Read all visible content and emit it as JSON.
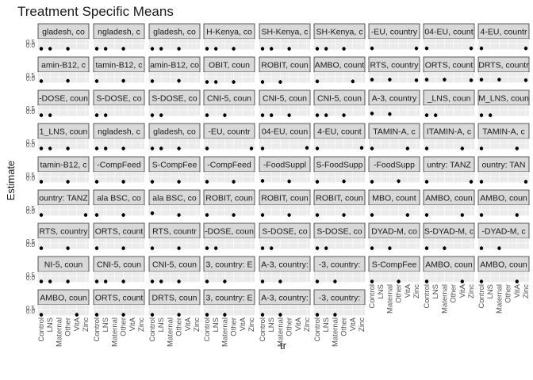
{
  "chart_data": {
    "type": "scatter",
    "title": "Treatment Specific Means",
    "xlabel": "tr",
    "ylabel": "Estimate",
    "x_categories": [
      "Control",
      "LNS",
      "Maternal",
      "Other",
      "VitA",
      "Zinc"
    ],
    "y_tick_labels": [
      "0.0",
      "0.5"
    ],
    "grid": "on",
    "facets": [
      {
        "strip": "gladesh, co",
        "points": [
          {
            "x": "Control",
            "y": 0.05
          },
          {
            "x": "LNS",
            "y": 0.05
          },
          {
            "x": "Other",
            "y": 0.05
          }
        ]
      },
      {
        "strip": "ngladesh, c",
        "points": [
          {
            "x": "Control",
            "y": 0.05
          },
          {
            "x": "LNS",
            "y": 0.05
          },
          {
            "x": "Other",
            "y": 0.05
          }
        ]
      },
      {
        "strip": "gladesh, co",
        "points": [
          {
            "x": "Control",
            "y": 0.05
          },
          {
            "x": "LNS",
            "y": 0.05
          },
          {
            "x": "Other",
            "y": 0.05
          }
        ]
      },
      {
        "strip": "H-Kenya, co",
        "points": [
          {
            "x": "Control",
            "y": 0.05
          },
          {
            "x": "LNS",
            "y": 0.05
          },
          {
            "x": "Other",
            "y": 0.05
          }
        ]
      },
      {
        "strip": "SH-Kenya, c",
        "points": [
          {
            "x": "Control",
            "y": 0.05
          },
          {
            "x": "LNS",
            "y": 0.05
          },
          {
            "x": "Other",
            "y": 0.05
          }
        ]
      },
      {
        "strip": "SH-Kenya, c",
        "points": [
          {
            "x": "Control",
            "y": 0.05
          },
          {
            "x": "LNS",
            "y": 0.05
          },
          {
            "x": "Other",
            "y": 0.05
          }
        ]
      },
      {
        "strip": "-EU, country",
        "points": [
          {
            "x": "Control",
            "y": 0.08
          },
          {
            "x": "Zinc",
            "y": 0.08
          }
        ]
      },
      {
        "strip": "04-EU, count",
        "points": [
          {
            "x": "Control",
            "y": 0.08
          },
          {
            "x": "Zinc",
            "y": 0.08
          }
        ]
      },
      {
        "strip": "4-EU, countr",
        "points": [
          {
            "x": "Control",
            "y": 0.08
          },
          {
            "x": "Zinc",
            "y": 0.08
          }
        ]
      },
      {
        "strip": "amin-B12, c",
        "points": [
          {
            "x": "Control",
            "y": 0.12
          },
          {
            "x": "Other",
            "y": 0.15
          }
        ]
      },
      {
        "strip": "tamin-B12, c",
        "points": [
          {
            "x": "Control",
            "y": 0.12
          },
          {
            "x": "Other",
            "y": 0.15
          }
        ]
      },
      {
        "strip": "amin-B12, co",
        "points": [
          {
            "x": "Control",
            "y": 0.12
          },
          {
            "x": "Other",
            "y": 0.15
          }
        ]
      },
      {
        "strip": "OBIT, coun",
        "points": [
          {
            "x": "Control",
            "y": 0.05
          },
          {
            "x": "LNS",
            "y": 0.05
          },
          {
            "x": "Other",
            "y": 0.05
          }
        ]
      },
      {
        "strip": "ROBIT, coun",
        "points": [
          {
            "x": "Control",
            "y": 0.05
          },
          {
            "x": "Maternal",
            "y": 0.05
          }
        ]
      },
      {
        "strip": "AMBO, count",
        "points": [
          {
            "x": "Control",
            "y": 0.1
          },
          {
            "x": "VitA",
            "y": 0.1
          }
        ]
      },
      {
        "strip": "RTS, country",
        "points": [
          {
            "x": "Control",
            "y": 0.25
          },
          {
            "x": "Maternal",
            "y": 0.25
          },
          {
            "x": "Zinc",
            "y": 0.2
          }
        ]
      },
      {
        "strip": "ORTS, count",
        "points": [
          {
            "x": "Control",
            "y": 0.25
          },
          {
            "x": "Maternal",
            "y": 0.25
          },
          {
            "x": "Zinc",
            "y": 0.2
          }
        ]
      },
      {
        "strip": "DRTS, countr",
        "points": [
          {
            "x": "Control",
            "y": 0.25
          },
          {
            "x": "Maternal",
            "y": 0.25
          },
          {
            "x": "Zinc",
            "y": 0.2
          }
        ]
      },
      {
        "strip": "-DOSE, coun",
        "points": [
          {
            "x": "Control",
            "y": 0.05
          },
          {
            "x": "LNS",
            "y": 0.05
          }
        ]
      },
      {
        "strip": "S-DOSE, co",
        "points": [
          {
            "x": "Control",
            "y": 0.05
          },
          {
            "x": "LNS",
            "y": 0.05
          }
        ]
      },
      {
        "strip": "S-DOSE, co",
        "points": [
          {
            "x": "Control",
            "y": 0.05
          },
          {
            "x": "LNS",
            "y": 0.05
          }
        ]
      },
      {
        "strip": "CNI-5, coun",
        "points": [
          {
            "x": "Control",
            "y": 0.05
          },
          {
            "x": "Maternal",
            "y": 0.05
          }
        ]
      },
      {
        "strip": "CNI-5, coun",
        "points": [
          {
            "x": "Control",
            "y": 0.05
          },
          {
            "x": "LNS",
            "y": 0.05
          },
          {
            "x": "Other",
            "y": 0.05
          }
        ]
      },
      {
        "strip": "CNI-5, coun",
        "points": [
          {
            "x": "Control",
            "y": 0.05
          },
          {
            "x": "LNS",
            "y": 0.05
          },
          {
            "x": "Other",
            "y": 0.05
          }
        ]
      },
      {
        "strip": "A-3, country",
        "points": [
          {
            "x": "Control",
            "y": 0.2
          },
          {
            "x": "Maternal",
            "y": 0.15
          }
        ]
      },
      {
        "strip": "_LNS, coun",
        "points": [
          {
            "x": "Control",
            "y": 0.05
          },
          {
            "x": "LNS",
            "y": 0.05
          }
        ]
      },
      {
        "strip": "M_LNS, coun",
        "points": [
          {
            "x": "Control",
            "y": 0.05
          },
          {
            "x": "LNS",
            "y": 0.05
          }
        ]
      },
      {
        "strip": "1_LNS, coun",
        "points": [
          {
            "x": "Control",
            "y": 0.05
          },
          {
            "x": "LNS",
            "y": 0.05
          },
          {
            "x": "Other",
            "y": 0.05
          }
        ]
      },
      {
        "strip": "ngladesh, c",
        "points": [
          {
            "x": "Control",
            "y": 0.05
          },
          {
            "x": "LNS",
            "y": 0.05
          },
          {
            "x": "Other",
            "y": 0.05
          }
        ]
      },
      {
        "strip": "gladesh, co",
        "points": [
          {
            "x": "Control",
            "y": 0.05
          },
          {
            "x": "LNS",
            "y": 0.05
          },
          {
            "x": "Other",
            "y": 0.05
          }
        ]
      },
      {
        "strip": "-EU, countr",
        "points": [
          {
            "x": "Control",
            "y": 0.05
          },
          {
            "x": "Zinc",
            "y": 0.05
          }
        ]
      },
      {
        "strip": "04-EU, coun",
        "points": [
          {
            "x": "Control",
            "y": 0.05
          },
          {
            "x": "Zinc",
            "y": 0.1
          }
        ]
      },
      {
        "strip": "4-EU, count",
        "points": [
          {
            "x": "Control",
            "y": 0.05
          },
          {
            "x": "Zinc",
            "y": 0.1
          }
        ]
      },
      {
        "strip": "TAMIN-A, c",
        "points": [
          {
            "x": "Control",
            "y": 0.05
          },
          {
            "x": "VitA",
            "y": 0.05
          }
        ]
      },
      {
        "strip": "ITAMIN-A, c",
        "points": [
          {
            "x": "Control",
            "y": 0.05
          },
          {
            "x": "VitA",
            "y": 0.05
          }
        ]
      },
      {
        "strip": "TAMIN-A, c",
        "points": [
          {
            "x": "Control",
            "y": 0.05
          },
          {
            "x": "VitA",
            "y": 0.05
          }
        ]
      },
      {
        "strip": "tamin-B12, c",
        "points": [
          {
            "x": "Control",
            "y": 0.05
          },
          {
            "x": "Other",
            "y": 0.05
          }
        ]
      },
      {
        "strip": "-CompFeed",
        "points": [
          {
            "x": "Control",
            "y": 0.05
          },
          {
            "x": "Other",
            "y": 0.05
          }
        ]
      },
      {
        "strip": "S-CompFee",
        "points": [
          {
            "x": "Control",
            "y": 0.05
          },
          {
            "x": "Other",
            "y": 0.05
          }
        ]
      },
      {
        "strip": "-CompFeed",
        "points": [
          {
            "x": "Control",
            "y": 0.05
          },
          {
            "x": "Other",
            "y": 0.05
          }
        ]
      },
      {
        "strip": "-FoodSuppl",
        "points": [
          {
            "x": "Control",
            "y": 0.12
          },
          {
            "x": "Other",
            "y": 0.08
          }
        ]
      },
      {
        "strip": "S-FoodSupp",
        "points": [
          {
            "x": "Control",
            "y": 0.05
          },
          {
            "x": "Other",
            "y": 0.08
          }
        ]
      },
      {
        "strip": "-FoodSupp",
        "points": [
          {
            "x": "Control",
            "y": 0.05
          },
          {
            "x": "Other",
            "y": 0.1
          }
        ]
      },
      {
        "strip": "untry: TANZ",
        "points": [
          {
            "x": "Control",
            "y": 0.05
          },
          {
            "x": "Zinc",
            "y": 0.05
          }
        ]
      },
      {
        "strip": "ountry: TAN",
        "points": [
          {
            "x": "Control",
            "y": 0.05
          },
          {
            "x": "Zinc",
            "y": 0.05
          }
        ]
      },
      {
        "strip": "ountry: TANZ",
        "points": [
          {
            "x": "Control",
            "y": 0.05
          },
          {
            "x": "Zinc",
            "y": 0.05
          }
        ]
      },
      {
        "strip": "ala BSC, co",
        "points": [
          {
            "x": "Control",
            "y": 0.05
          },
          {
            "x": "Other",
            "y": 0.05
          }
        ]
      },
      {
        "strip": "ala BSC, co",
        "points": [
          {
            "x": "Control",
            "y": 0.2
          },
          {
            "x": "Other",
            "y": 0.05
          }
        ]
      },
      {
        "strip": "ROBIT, coun",
        "points": [
          {
            "x": "Control",
            "y": 0.05
          },
          {
            "x": "Other",
            "y": 0.05
          }
        ]
      },
      {
        "strip": "ROBIT, coun",
        "points": [
          {
            "x": "Control",
            "y": 0.05
          },
          {
            "x": "Other",
            "y": 0.05
          }
        ]
      },
      {
        "strip": "ROBIT, coun",
        "points": [
          {
            "x": "Control",
            "y": 0.05
          },
          {
            "x": "Other",
            "y": 0.05
          }
        ]
      },
      {
        "strip": "MBO, count",
        "points": [
          {
            "x": "Control",
            "y": 0.05
          },
          {
            "x": "VitA",
            "y": 0.05
          }
        ]
      },
      {
        "strip": "AMBO, coun",
        "points": [
          {
            "x": "Control",
            "y": 0.05
          },
          {
            "x": "VitA",
            "y": 0.05
          }
        ]
      },
      {
        "strip": "AMBO, coun",
        "points": [
          {
            "x": "Control",
            "y": 0.05
          },
          {
            "x": "VitA",
            "y": 0.05
          }
        ]
      },
      {
        "strip": "RTS, country",
        "points": [
          {
            "x": "Control",
            "y": 0.05
          },
          {
            "x": "Other",
            "y": 0.05
          }
        ]
      },
      {
        "strip": "ORTS, count",
        "points": [
          {
            "x": "Control",
            "y": 0.05
          },
          {
            "x": "Other",
            "y": 0.05
          }
        ]
      },
      {
        "strip": "RTS, countr",
        "points": [
          {
            "x": "Control",
            "y": 0.05
          },
          {
            "x": "Other",
            "y": 0.05
          }
        ]
      },
      {
        "strip": "-DOSE, coun",
        "points": [
          {
            "x": "Control",
            "y": 0.05
          },
          {
            "x": "LNS",
            "y": 0.05
          }
        ]
      },
      {
        "strip": "S-DOSE, co",
        "points": [
          {
            "x": "Control",
            "y": 0.05
          },
          {
            "x": "LNS",
            "y": 0.05
          }
        ]
      },
      {
        "strip": "S-DOSE, co",
        "points": [
          {
            "x": "Control",
            "y": 0.05
          },
          {
            "x": "LNS",
            "y": 0.05
          }
        ]
      },
      {
        "strip": "DYAD-M, co",
        "points": [
          {
            "x": "Control",
            "y": 0.05
          },
          {
            "x": "Maternal",
            "y": 0.05
          }
        ]
      },
      {
        "strip": "S-DYAD-M, c",
        "points": [
          {
            "x": "Control",
            "y": 0.05
          },
          {
            "x": "Maternal",
            "y": 0.05
          }
        ]
      },
      {
        "strip": "-DYAD-M, c",
        "points": [
          {
            "x": "Control",
            "y": 0.05
          },
          {
            "x": "Maternal",
            "y": 0.05
          }
        ]
      },
      {
        "strip": "NI-5, coun",
        "points": [
          {
            "x": "Control",
            "y": 0.05
          },
          {
            "x": "LNS",
            "y": 0.05
          },
          {
            "x": "Other",
            "y": 0.05
          }
        ]
      },
      {
        "strip": "CNI-5, coun",
        "points": [
          {
            "x": "Control",
            "y": 0.05
          },
          {
            "x": "LNS",
            "y": 0.05
          },
          {
            "x": "Other",
            "y": 0.05
          }
        ]
      },
      {
        "strip": "CNI-5, coun",
        "points": [
          {
            "x": "Control",
            "y": 0.05
          },
          {
            "x": "LNS",
            "y": 0.05
          },
          {
            "x": "Other",
            "y": 0.05
          }
        ]
      },
      {
        "strip": "3, country: E",
        "points": [
          {
            "x": "Control",
            "y": 0.05
          },
          {
            "x": "Maternal",
            "y": 0.05
          }
        ]
      },
      {
        "strip": "A-3, country:",
        "points": [
          {
            "x": "Control",
            "y": 0.05
          },
          {
            "x": "Maternal",
            "y": 0.05
          }
        ]
      },
      {
        "strip": "-3, country:",
        "points": [
          {
            "x": "Control",
            "y": 0.05
          },
          {
            "x": "Maternal",
            "y": 0.05
          }
        ]
      },
      {
        "strip": "S-CompFee",
        "points": [
          {
            "x": "Control",
            "y": 0.05
          },
          {
            "x": "Other",
            "y": 0.05
          }
        ]
      },
      {
        "strip": "AMBO, coun",
        "points": [
          {
            "x": "Control",
            "y": 0.05
          },
          {
            "x": "VitA",
            "y": 0.05
          }
        ]
      },
      {
        "strip": "AMBO, coun",
        "points": [
          {
            "x": "Control",
            "y": 0.05
          },
          {
            "x": "VitA",
            "y": 0.05
          }
        ]
      },
      {
        "strip": "AMBO, coun",
        "points": [
          {
            "x": "Control",
            "y": 0.05
          },
          {
            "x": "VitA",
            "y": 0.05
          }
        ]
      },
      {
        "strip": "ORTS, count",
        "points": [
          {
            "x": "Control",
            "y": 0.05
          },
          {
            "x": "Other",
            "y": 0.05
          }
        ]
      },
      {
        "strip": "DRTS, coun",
        "points": [
          {
            "x": "Control",
            "y": 0.05
          },
          {
            "x": "Other",
            "y": 0.05
          }
        ]
      },
      {
        "strip": "3, country: E",
        "points": [
          {
            "x": "Control",
            "y": 0.05
          },
          {
            "x": "Maternal",
            "y": 0.05
          }
        ]
      },
      {
        "strip": "A-3, country:",
        "points": [
          {
            "x": "Control",
            "y": 0.05
          },
          {
            "x": "Maternal",
            "y": 0.05
          }
        ]
      },
      {
        "strip": "-3, country:",
        "points": [
          {
            "x": "Control",
            "y": 0.05
          },
          {
            "x": "Maternal",
            "y": 0.05
          }
        ]
      }
    ],
    "colors": {
      "strip_fill": "#d9d9d9",
      "strip_border": "#333333",
      "panel_fill": "#ebebeb",
      "grid": "#ffffff",
      "point": "#000000",
      "text": "#1a1a1a",
      "tick_text": "#4d4d4d"
    }
  }
}
